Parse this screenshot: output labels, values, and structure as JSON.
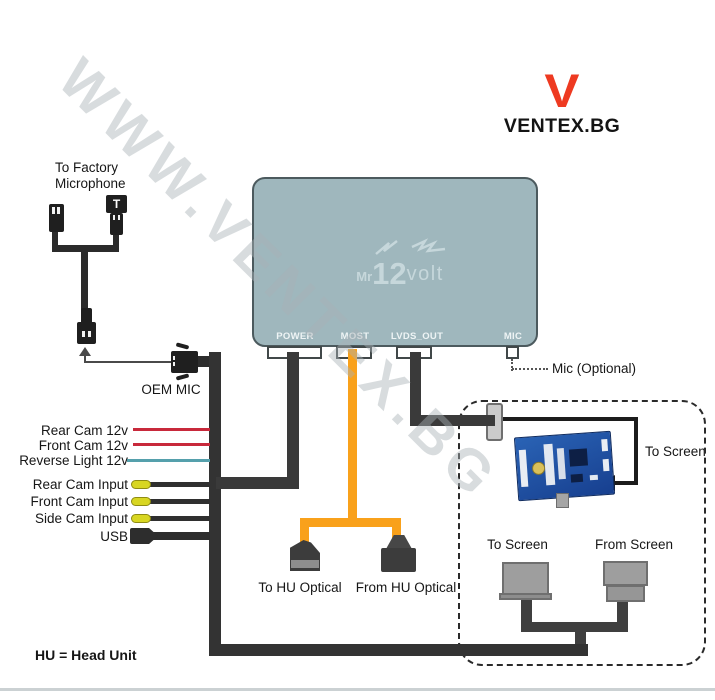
{
  "brand": {
    "v_mark": "V",
    "name": "VENTEX.BG"
  },
  "watermark": "WWW.VENTEX.BG",
  "device": {
    "logo_mr": "Mr",
    "logo_12": "12",
    "logo_volt": "volt",
    "ports": [
      {
        "label": "POWER"
      },
      {
        "label": "MOST"
      },
      {
        "label": "LVDS_OUT"
      },
      {
        "label": "MIC"
      }
    ]
  },
  "mic_section": {
    "factory_line1": "To Factory",
    "factory_line2": "Microphone",
    "t_mark": "T",
    "oem_label": "OEM MIC",
    "optional_label": "Mic (Optional)"
  },
  "wires": [
    {
      "label": "Rear Cam 12v",
      "color": "#c8293b"
    },
    {
      "label": "Front Cam 12v",
      "color": "#c8293b"
    },
    {
      "label": "Reverse Light 12v",
      "color": "#55a0ac"
    },
    {
      "label": "Rear Cam Input",
      "color": "#d8d622"
    },
    {
      "label": "Front Cam Input",
      "color": "#d8d622"
    },
    {
      "label": "Side Cam Input",
      "color": "#d8d622"
    },
    {
      "label": "USB",
      "color": "#2d2d2d"
    }
  ],
  "optical": {
    "to_label": "To HU Optical",
    "from_label": "From HU Optical"
  },
  "screen_box": {
    "arrow_label": "To Screen",
    "to_label": "To Screen",
    "from_label": "From Screen"
  },
  "note": "HU = Head Unit",
  "colors": {
    "device_body": "#9fb7bd",
    "most_cable": "#f9a11b",
    "harness": "#333333",
    "brand_red": "#ee3a21"
  }
}
